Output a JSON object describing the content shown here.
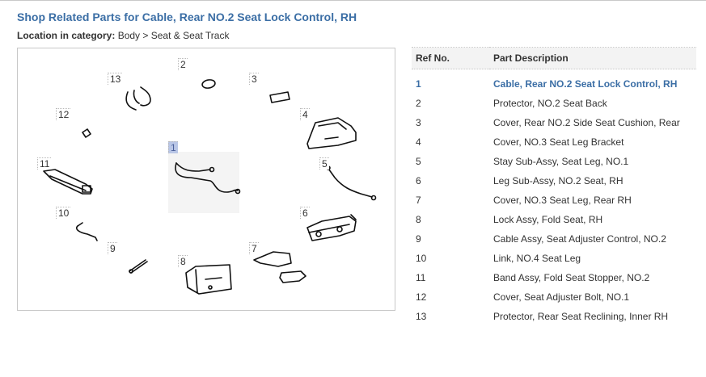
{
  "page": {
    "title": "Shop Related Parts for Cable, Rear NO.2 Seat Lock Control, RH",
    "location_label": "Location in category:",
    "location_path": "Body > Seat & Seat Track"
  },
  "diagram": {
    "callouts": [
      "1",
      "2",
      "3",
      "4",
      "5",
      "6",
      "7",
      "8",
      "9",
      "10",
      "11",
      "12",
      "13"
    ],
    "highlighted": "1"
  },
  "table": {
    "headers": {
      "ref": "Ref No.",
      "desc": "Part Description"
    },
    "rows": [
      {
        "ref": "1",
        "desc": "Cable, Rear NO.2 Seat Lock Control, RH"
      },
      {
        "ref": "2",
        "desc": "Protector, NO.2 Seat Back"
      },
      {
        "ref": "3",
        "desc": "Cover, Rear NO.2 Side Seat Cushion, Rear"
      },
      {
        "ref": "4",
        "desc": "Cover, NO.3 Seat Leg Bracket"
      },
      {
        "ref": "5",
        "desc": "Stay Sub-Assy, Seat Leg, NO.1"
      },
      {
        "ref": "6",
        "desc": "Leg Sub-Assy, NO.2 Seat, RH"
      },
      {
        "ref": "7",
        "desc": "Cover, NO.3 Seat Leg, Rear RH"
      },
      {
        "ref": "8",
        "desc": "Lock Assy, Fold Seat, RH"
      },
      {
        "ref": "9",
        "desc": "Cable Assy, Seat Adjuster Control, NO.2"
      },
      {
        "ref": "10",
        "desc": "Link, NO.4 Seat Leg"
      },
      {
        "ref": "11",
        "desc": "Band Assy, Fold Seat Stopper, NO.2"
      },
      {
        "ref": "12",
        "desc": "Cover, Seat Adjuster Bolt, NO.1"
      },
      {
        "ref": "13",
        "desc": "Protector, Rear Seat Reclining, Inner RH"
      }
    ],
    "selected_ref": "1"
  },
  "colors": {
    "link_blue": "#3b6ea5",
    "highlight": "#b9c6e6"
  }
}
